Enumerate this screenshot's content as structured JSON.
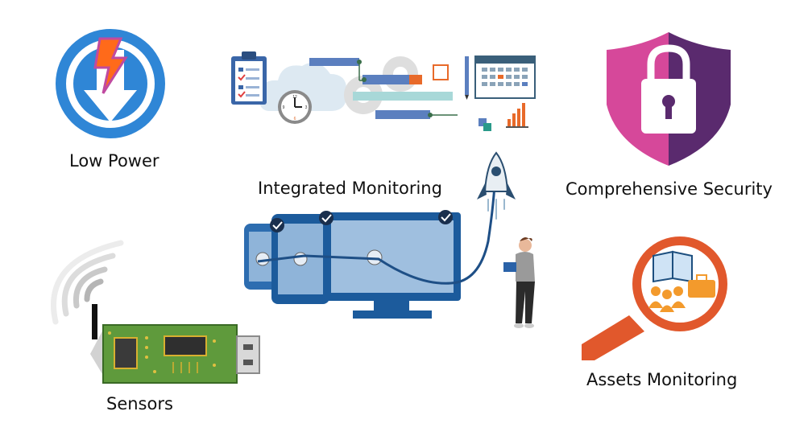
{
  "features": {
    "low_power": "Low Power",
    "integrated_monitoring": "Integrated Monitoring",
    "comprehensive_security": "Comprehensive Security",
    "sensors": "Sensors",
    "assets_monitoring": "Assets Monitoring"
  },
  "colors": {
    "power_blue": "#2f86d6",
    "bolt_orange": "#ff6a1a",
    "bolt_pink": "#c04aa0",
    "shield_pink": "#d6489a",
    "shield_purple": "#5a2a6e",
    "lens_orange": "#e1582c",
    "pcb_green": "#5f9a3c",
    "device_blue": "#1c5b9c",
    "screen_blue": "#7fa9d3"
  },
  "clock": {
    "numbers": [
      "12",
      "3",
      "6",
      "9"
    ]
  },
  "icons": [
    "power-down-icon",
    "padlock-shield-icon",
    "magnifier-assets-icon",
    "wifi-signal-icon",
    "rocket-icon",
    "clipboard-icon",
    "calendar-icon",
    "gear-icon",
    "bar-chart-icon",
    "clock-icon",
    "cloud-icon"
  ]
}
